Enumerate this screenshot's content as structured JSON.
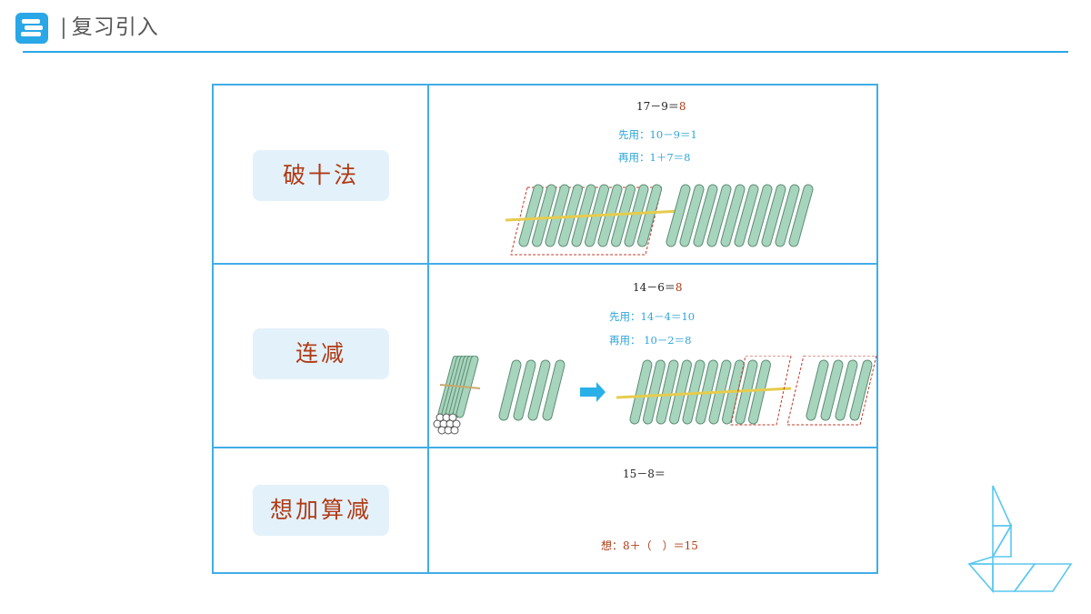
{
  "header": {
    "separator": "|",
    "title": "复习引入",
    "logo_icon": "stacked-books-icon",
    "accent_color": "#2aa7e6"
  },
  "rows": [
    {
      "label": "破十法",
      "equation": {
        "text": "17－9＝",
        "answer": "8"
      },
      "steps": [
        "先用：10－9＝1",
        "再用：1＋7＝8"
      ]
    },
    {
      "label": "连减",
      "equation": {
        "text": "14－6＝",
        "answer": "8"
      },
      "steps": [
        "先用：14－4＝10",
        "再用： 10－2＝8"
      ]
    },
    {
      "label": "想加算减",
      "equation": {
        "text": "15－8＝",
        "answer": ""
      },
      "hint": "想：8＋（　）＝15"
    }
  ],
  "colors": {
    "border": "#42ade8",
    "label_bg": "#e3f1fb",
    "label_text": "#b03a14",
    "step_text": "#2ea6d9",
    "stick_fill": "#a6d4bc",
    "stick_stroke": "#5d8c73"
  }
}
